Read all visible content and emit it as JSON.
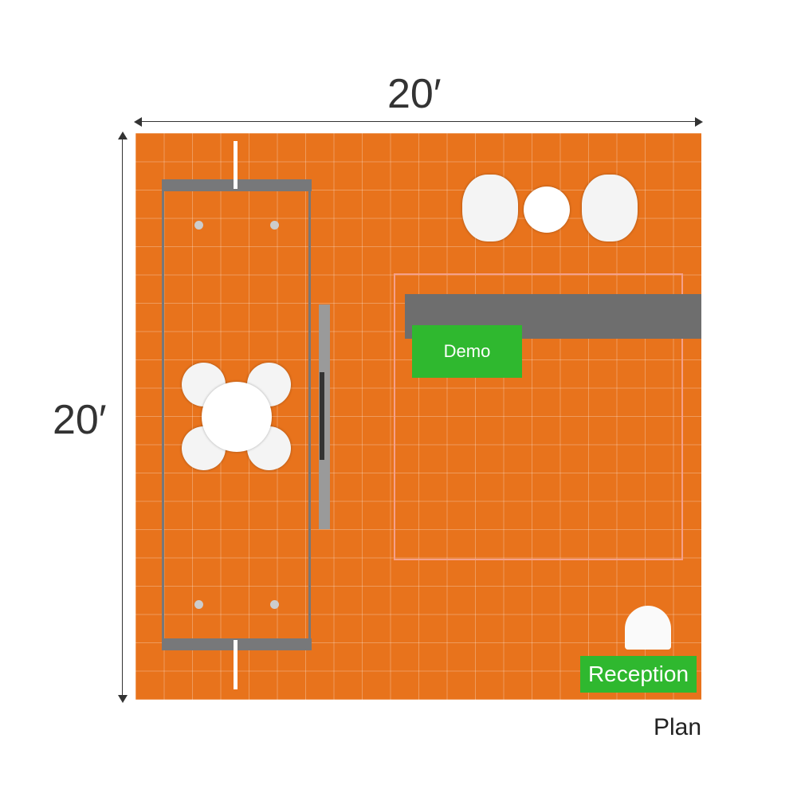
{
  "dimensions": {
    "width": "20′",
    "height": "20′"
  },
  "labels": {
    "demo": "Demo",
    "reception": "Reception",
    "view": "Plan"
  },
  "colors": {
    "carpet": "#e8731c",
    "label": "#2fb82f",
    "wall": "#77787a"
  }
}
